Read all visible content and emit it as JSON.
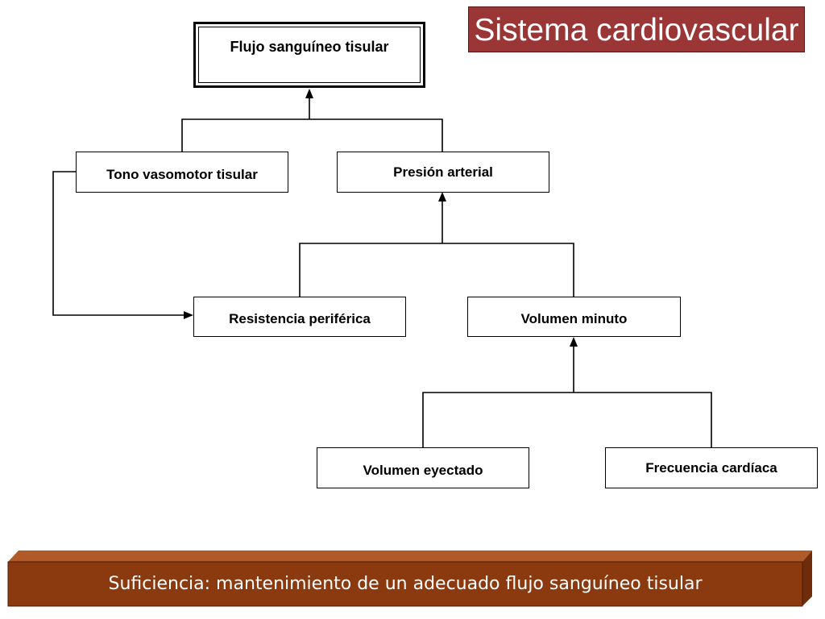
{
  "title": "Sistema cardiovascular",
  "nodes": {
    "flujo": "Flujo sanguíneo tisular",
    "tono": "Tono vasomotor tisular",
    "presion": "Presión arterial",
    "resistencia": "Resistencia periférica",
    "volumen_minuto": "Volumen minuto",
    "volumen_eyectado": "Volumen eyectado",
    "frecuencia": "Frecuencia cardíaca"
  },
  "footer": "Suficiencia: mantenimiento de un adecuado flujo sanguíneo tisular",
  "colors": {
    "title_fill": "#9a3636",
    "footer_front": "#8b3a10",
    "footer_top": "#b05a28",
    "footer_side": "#6e2c0a",
    "line": "#000000"
  }
}
